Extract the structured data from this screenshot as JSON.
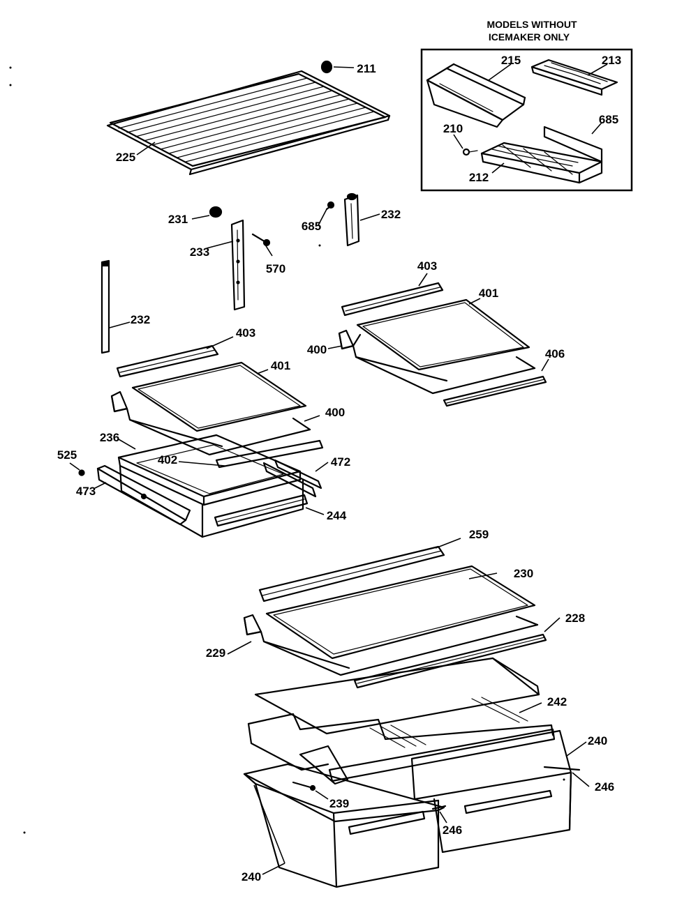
{
  "inset": {
    "header_line1": "MODELS WITHOUT",
    "header_line2": "ICEMAKER ONLY"
  },
  "labels": {
    "p211": "211",
    "p225": "225",
    "p215": "215",
    "p213": "213",
    "p685a": "685",
    "p210": "210",
    "p212": "212",
    "p231": "231",
    "p233": "233",
    "p570": "570",
    "p685b": "685",
    "p232a": "232",
    "p232b": "232",
    "p403a": "403",
    "p401a": "401",
    "p400a": "400",
    "p406": "406",
    "p403b": "403",
    "p401b": "401",
    "p400b": "400",
    "p236": "236",
    "p402": "402",
    "p525": "525",
    "p472": "472",
    "p473": "473",
    "p244": "244",
    "p259": "259",
    "p230": "230",
    "p228": "228",
    "p229": "229",
    "p242": "242",
    "p240a": "240",
    "p246a": "246",
    "p239": "239",
    "p246b": "246",
    "p240b": "240"
  }
}
